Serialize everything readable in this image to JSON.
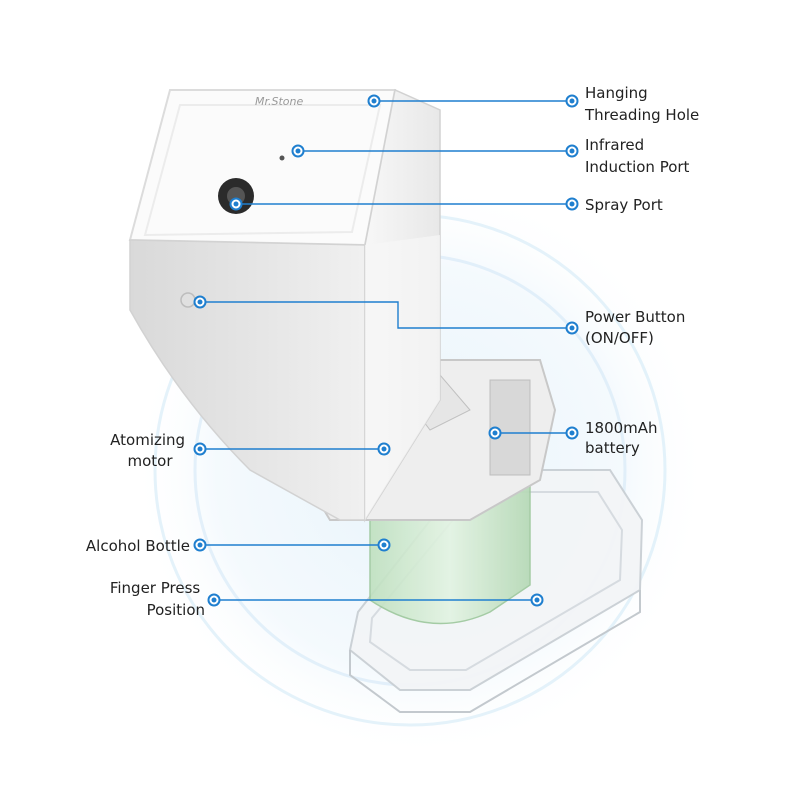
{
  "brand_mark": "Mr.Stone",
  "colors": {
    "accent": "#1f7fcf",
    "label_text": "#222222",
    "body": "#f4f4f4",
    "bottle_green": "#cfe9cf"
  },
  "callouts": [
    {
      "id": "hanging-threading-hole",
      "lines": [
        "Hanging",
        "Threading Hole"
      ]
    },
    {
      "id": "infrared-induction-port",
      "lines": [
        "Infrared",
        "Induction Port"
      ]
    },
    {
      "id": "spray-port",
      "lines": [
        "Spray Port"
      ]
    },
    {
      "id": "power-button",
      "lines": [
        "Power Button",
        "(ON/OFF)"
      ]
    },
    {
      "id": "battery",
      "lines": [
        "1800mAh",
        "battery"
      ]
    },
    {
      "id": "atomizing-motor",
      "lines": [
        "Atomizing",
        "motor"
      ]
    },
    {
      "id": "alcohol-bottle",
      "lines": [
        "Alcohol Bottle"
      ]
    },
    {
      "id": "finger-press-position",
      "lines": [
        "Finger Press",
        "Position"
      ]
    }
  ]
}
